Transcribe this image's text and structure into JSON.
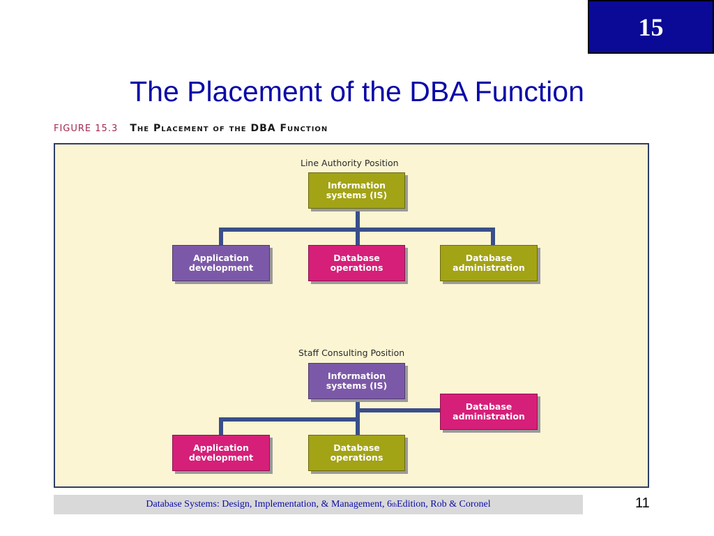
{
  "chapter_badge": "15",
  "title": "The Placement of the DBA Function",
  "figure": {
    "number": "FIGURE 15.3",
    "title": "The Placement of the DBA Function"
  },
  "line_authority": {
    "label": "Line Authority Position",
    "top": "Information\nsystems (IS)",
    "children": [
      "Application\ndevelopment",
      "Database\noperations",
      "Database\nadministration"
    ]
  },
  "staff_consulting": {
    "label": "Staff Consulting Position",
    "top": "Information\nsystems (IS)",
    "staff": "Database\nadministration",
    "children": [
      "Application\ndevelopment",
      "Database\noperations"
    ]
  },
  "colors": {
    "olive": "#a3a316",
    "purple": "#7c59a8",
    "magenta": "#d61f79",
    "connector": "#3a4e8a"
  },
  "footer": {
    "text_before": "Database Systems: Design, Implementation, & Management, 6",
    "sup": "th",
    "text_after": " Edition, Rob & Coronel"
  },
  "page_number": "11"
}
